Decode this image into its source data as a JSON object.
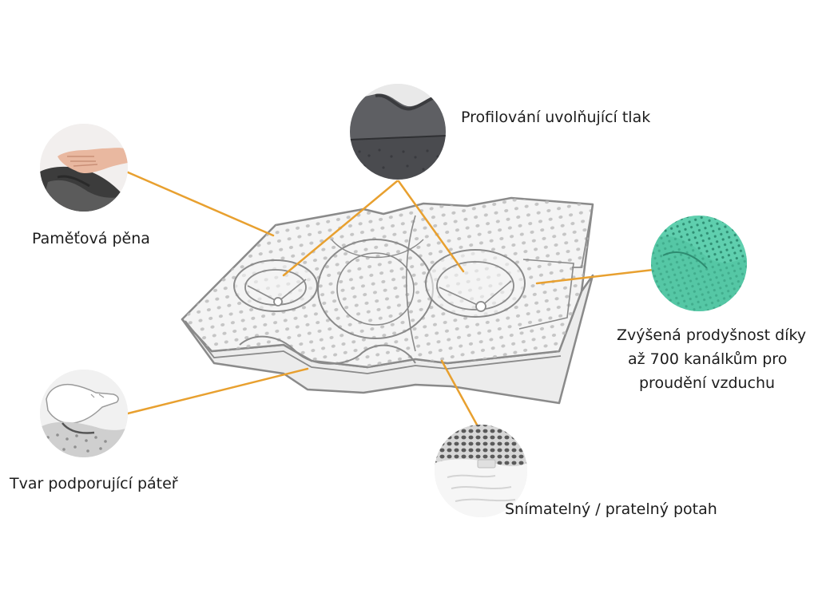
{
  "colors": {
    "leader_line": "#e8a02f",
    "pillow_outline": "#8a8a8a",
    "pillow_fill": "#f3f3f3",
    "dots": "#bdbdbd"
  },
  "features": {
    "memory_foam": {
      "label": "Paměťová pěna",
      "icon": "hand-pressing-foam-icon"
    },
    "pressure_relief": {
      "label": "Profilování uvolňující tlak",
      "icon": "grey-foam-profile-icon"
    },
    "breathability": {
      "lines": [
        "Zvýšená prodyšnost díky",
        "až 700 kanálkům pro",
        "proudění vzduchu"
      ],
      "icon": "green-perforated-foam-icon"
    },
    "spine_support": {
      "label": "Tvar podporující páteř",
      "icon": "head-on-pillow-icon"
    },
    "removable_cover": {
      "label": "Snímatelný / pratelný potah",
      "icon": "mesh-cover-fabric-icon"
    }
  }
}
